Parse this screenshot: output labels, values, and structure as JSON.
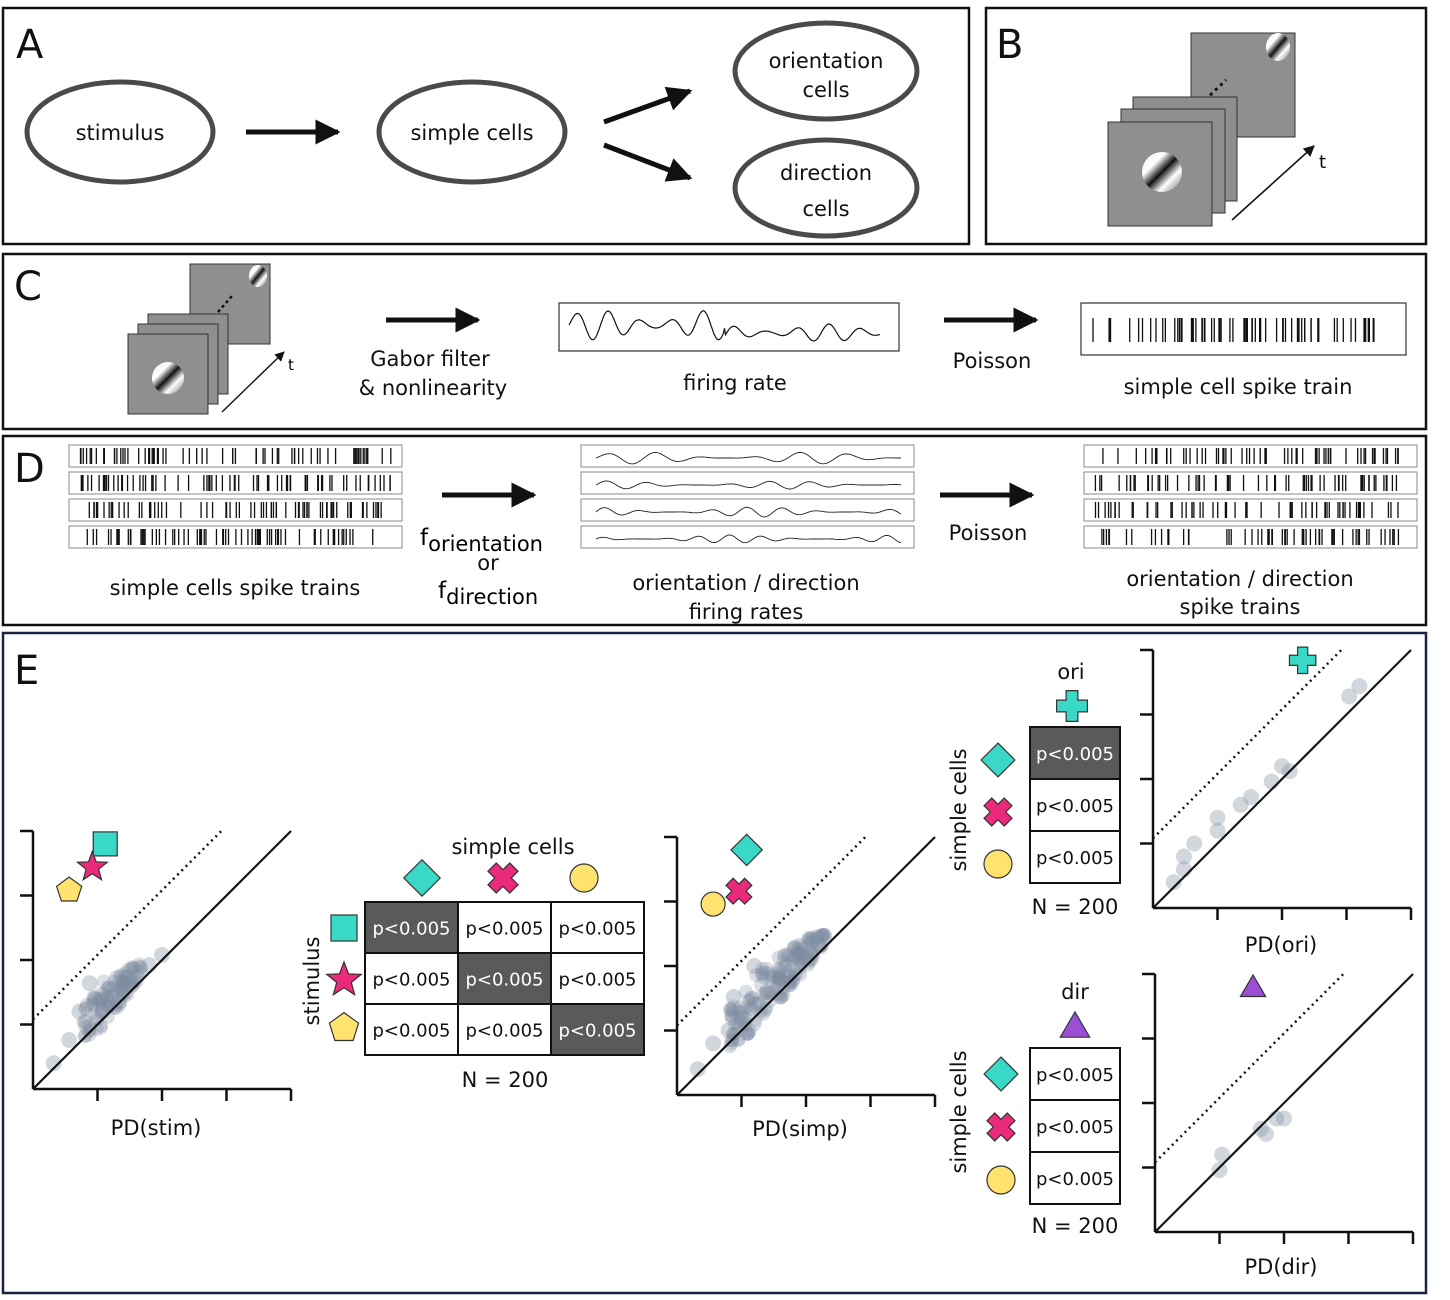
{
  "panels": {
    "a": "A",
    "b": "B",
    "c": "C",
    "d": "D",
    "e": "E"
  },
  "panel_a": {
    "stimulus": "stimulus",
    "simple": "simple cells",
    "orientation": [
      "orientation",
      "cells"
    ],
    "direction": [
      "direction",
      "cells"
    ]
  },
  "panel_b": {
    "time": "t"
  },
  "panel_c": {
    "time": "t",
    "filter": [
      "Gabor filter",
      "& nonlinearity"
    ],
    "rate": "firing rate",
    "poisson": "Poisson",
    "train": "simple cell spike train"
  },
  "panel_d": {
    "inputs": "simple cells spike trains",
    "f_prefix_1": "f",
    "f_sub_1": "orientation",
    "or": "or",
    "f_prefix_2": "f",
    "f_sub_2": "direction",
    "rates": [
      "orientation / direction",
      "firing rates"
    ],
    "poisson": "Poisson",
    "outputs": [
      "orientation / direction",
      "spike trains"
    ]
  },
  "panel_e": {
    "simple_header": "simple cells",
    "stim_label": "stimulus",
    "simple_side_label": "simple cells",
    "n_label": "N = 200",
    "ori_label": "ori",
    "dir_label": "dir",
    "xlabel_stim": "PD(stim)",
    "xlabel_simp": "PD(simp)",
    "xlabel_ori": "PD(ori)",
    "xlabel_dir": "PD(dir)",
    "main_table": [
      [
        "p<0.005",
        "p<0.005",
        "p<0.005"
      ],
      [
        "p<0.005",
        "p<0.005",
        "p<0.005"
      ],
      [
        "p<0.005",
        "p<0.005",
        "p<0.005"
      ]
    ],
    "ori_table": [
      "p<0.005",
      "p<0.005",
      "p<0.005"
    ],
    "dir_table": [
      "p<0.005",
      "p<0.005",
      "p<0.005"
    ]
  },
  "colors": {
    "teal": "#3ad9c7",
    "magenta": "#ea2a7a",
    "yellow": "#ffe36e",
    "purple": "#9b4fd4",
    "scatter": "#7e8ba0",
    "dark_cell": "#5a5a5a",
    "ellipse_stroke": "#4a4a4a"
  },
  "markers": {
    "stim_square": "square",
    "stim_star": "star",
    "stim_pentagon": "pentagon",
    "simp_diamond": "diamond",
    "simp_cross": "x-cross",
    "simp_circle": "circle",
    "ori_plus": "plus",
    "dir_triangle": "triangle"
  },
  "chart_data": [
    {
      "type": "scatter",
      "title": "",
      "xlabel": "PD(stim)",
      "ylabel": "",
      "xlim": [
        0,
        1
      ],
      "ylim": [
        0,
        1
      ],
      "grid": false,
      "points": [
        [
          0.08,
          0.1
        ],
        [
          0.14,
          0.19
        ],
        [
          0.2,
          0.26
        ],
        [
          0.27,
          0.3
        ],
        [
          0.24,
          0.35
        ],
        [
          0.31,
          0.38
        ],
        [
          0.37,
          0.41
        ],
        [
          0.22,
          0.41
        ],
        [
          0.33,
          0.34
        ],
        [
          0.45,
          0.48
        ],
        [
          0.5,
          0.52
        ],
        [
          0.18,
          0.3
        ]
      ],
      "outliers": [
        {
          "marker": "square",
          "x": 0.28,
          "y": 0.95
        },
        {
          "marker": "star",
          "x": 0.23,
          "y": 0.86
        },
        {
          "marker": "pentagon",
          "x": 0.14,
          "y": 0.77
        }
      ]
    },
    {
      "type": "scatter",
      "title": "",
      "xlabel": "PD(simp)",
      "ylabel": "",
      "xlim": [
        0,
        1
      ],
      "ylim": [
        0,
        1
      ],
      "grid": false,
      "points": [
        [
          0.08,
          0.1
        ],
        [
          0.14,
          0.2
        ],
        [
          0.2,
          0.25
        ],
        [
          0.25,
          0.3
        ],
        [
          0.3,
          0.35
        ],
        [
          0.35,
          0.4
        ],
        [
          0.4,
          0.45
        ],
        [
          0.45,
          0.49
        ],
        [
          0.5,
          0.53
        ],
        [
          0.55,
          0.58
        ],
        [
          0.22,
          0.38
        ],
        [
          0.3,
          0.5
        ]
      ],
      "outliers": [
        {
          "marker": "diamond",
          "x": 0.27,
          "y": 0.95
        },
        {
          "marker": "x-cross",
          "x": 0.24,
          "y": 0.79
        },
        {
          "marker": "circle",
          "x": 0.14,
          "y": 0.74
        }
      ]
    },
    {
      "type": "scatter",
      "title": "",
      "xlabel": "PD(ori)",
      "ylabel": "",
      "xlim": [
        0,
        1
      ],
      "ylim": [
        0,
        1
      ],
      "grid": false,
      "points": [
        [
          0.08,
          0.1
        ],
        [
          0.12,
          0.15
        ],
        [
          0.12,
          0.2
        ],
        [
          0.16,
          0.25
        ],
        [
          0.25,
          0.3
        ],
        [
          0.25,
          0.35
        ],
        [
          0.34,
          0.4
        ],
        [
          0.38,
          0.43
        ],
        [
          0.46,
          0.49
        ],
        [
          0.5,
          0.55
        ],
        [
          0.53,
          0.53
        ],
        [
          0.76,
          0.82
        ],
        [
          0.8,
          0.86
        ]
      ],
      "outliers": [
        {
          "marker": "plus",
          "x": 0.58,
          "y": 0.96
        }
      ]
    },
    {
      "type": "scatter",
      "title": "",
      "xlabel": "PD(dir)",
      "ylabel": "",
      "xlim": [
        0,
        1
      ],
      "ylim": [
        0,
        1
      ],
      "grid": false,
      "points": [
        [
          0.25,
          0.24
        ],
        [
          0.26,
          0.3
        ],
        [
          0.41,
          0.4
        ],
        [
          0.43,
          0.38
        ],
        [
          0.47,
          0.44
        ],
        [
          0.5,
          0.44
        ]
      ],
      "outliers": [
        {
          "marker": "triangle",
          "x": 0.38,
          "y": 0.95
        }
      ]
    }
  ]
}
